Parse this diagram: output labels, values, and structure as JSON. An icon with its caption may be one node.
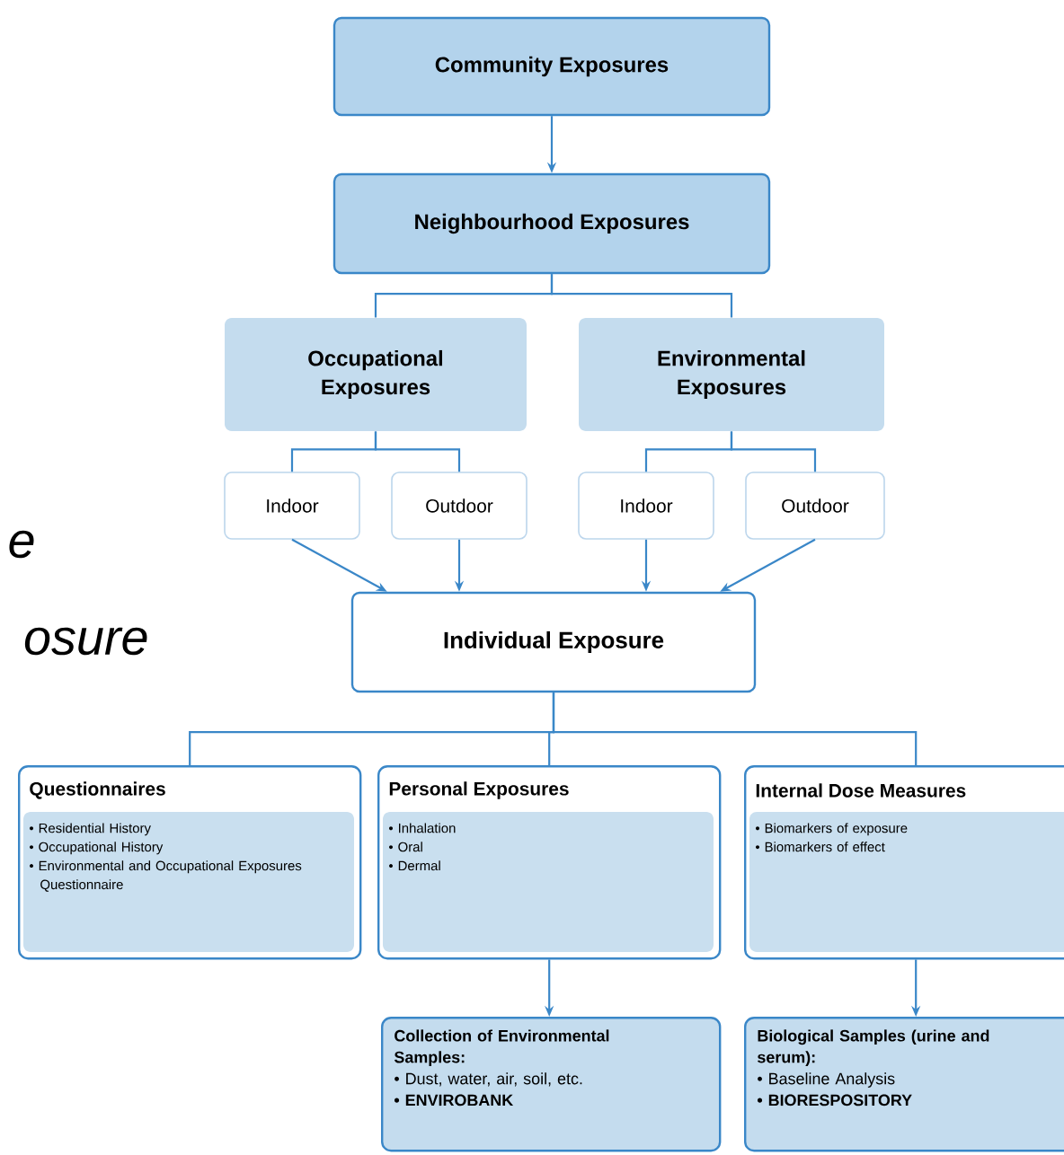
{
  "diagram": {
    "nodes": [
      {
        "text": [
          "Community Exposures"
        ]
      },
      {
        "text": [
          "Neighbourhood Exposures"
        ]
      },
      {
        "text": [
          "Occupational Exposures"
        ]
      },
      {
        "text": [
          "Environmental Exposures"
        ]
      },
      {
        "text": [
          "Indoor"
        ]
      },
      {
        "text": [
          "Outdoor"
        ]
      },
      {
        "text": [
          "Indoor"
        ]
      },
      {
        "text": [
          "Outdoor"
        ]
      },
      {
        "text": [
          "Individual Exposure"
        ]
      },
      {
        "text": [
          "Questionnaires",
          "• Residential History",
          "• Occupational History",
          "• Environmental and Occupational Exposures Questionnaire"
        ]
      },
      {
        "text": [
          "Personal Exposures",
          "• Inhalation",
          "• Oral",
          "• Dermal"
        ]
      },
      {
        "text": [
          "Internal Dose Measures",
          "• Biomarkers of exposure",
          "• Biomarkers of effect"
        ]
      },
      {
        "text": [
          "Collection of Environmental Samples:",
          "• Dust, water, air, soil, etc.",
          "• ENVIROBANK"
        ]
      },
      {
        "text": [
          "Biological Samples (urine and serum):",
          "• Baseline Analysis",
          "• BIORESPOSITORY"
        ]
      }
    ],
    "edges": [
      {
        "from": 0,
        "to": 1,
        "arrow": "to"
      },
      {
        "from": 1,
        "to": 2,
        "arrow": "none"
      },
      {
        "from": 1,
        "to": 3,
        "arrow": "none"
      },
      {
        "from": 2,
        "to": 4,
        "arrow": "none"
      },
      {
        "from": 2,
        "to": 5,
        "arrow": "none"
      },
      {
        "from": 3,
        "to": 6,
        "arrow": "none"
      },
      {
        "from": 3,
        "to": 7,
        "arrow": "none"
      },
      {
        "from": 4,
        "to": 8,
        "arrow": "to"
      },
      {
        "from": 5,
        "to": 8,
        "arrow": "to"
      },
      {
        "from": 6,
        "to": 8,
        "arrow": "to"
      },
      {
        "from": 7,
        "to": 8,
        "arrow": "to"
      },
      {
        "from": 8,
        "to": 9,
        "arrow": "none"
      },
      {
        "from": 8,
        "to": 10,
        "arrow": "none"
      },
      {
        "from": 8,
        "to": 11,
        "arrow": "none"
      },
      {
        "from": 10,
        "to": 12,
        "arrow": "to"
      },
      {
        "from": 11,
        "to": 13,
        "arrow": "to"
      }
    ],
    "labels": [
      "e",
      "osure"
    ]
  }
}
